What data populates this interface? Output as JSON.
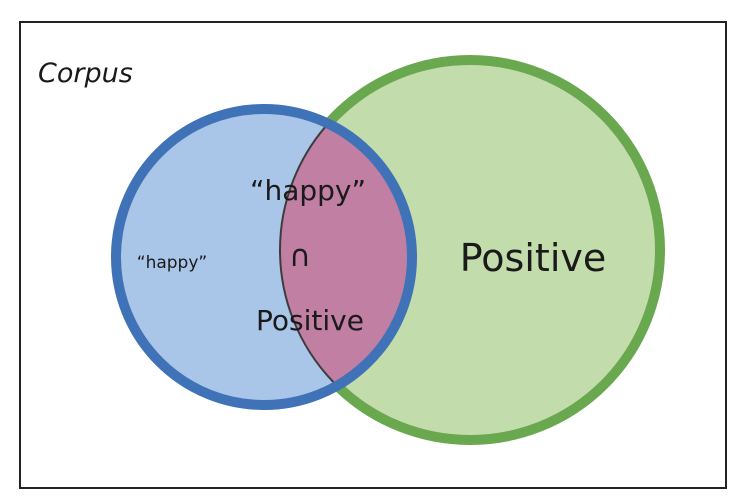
{
  "diagram": {
    "corpus_label": "Corpus",
    "happy_label_small": "“happy”",
    "intersection_label_top": "“happy”",
    "intersection_symbol": "∩",
    "intersection_label_bottom": "Positive",
    "positive_label": "Positive"
  },
  "colors": {
    "frame_border": "#222222",
    "happy_fill": "#a9c6e8",
    "happy_stroke": "#3f72b6",
    "positive_fill": "#c3dcab",
    "positive_stroke": "#6aa84f",
    "intersection_fill": "#c07fa3",
    "text": "#1a1a1a"
  }
}
